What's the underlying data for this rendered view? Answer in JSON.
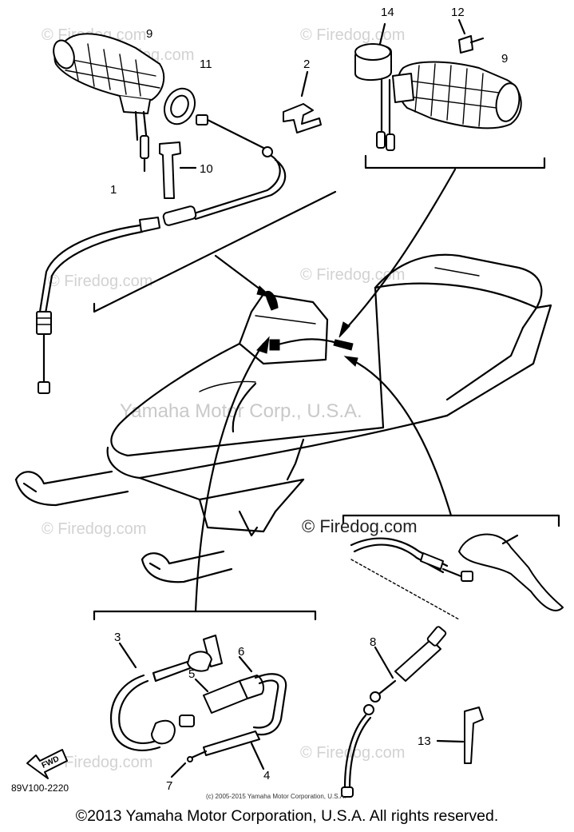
{
  "diagram": {
    "callouts": {
      "c1": "1",
      "c2": "2",
      "c3": "3",
      "c4": "4",
      "c5": "5",
      "c6": "6",
      "c7": "7",
      "c8": "8",
      "c9a": "9",
      "c9b": "9",
      "c10": "10",
      "c11": "11",
      "c12": "12",
      "c13": "13",
      "c14": "14"
    },
    "direction_label": "FWD",
    "drawing_code": "89V100-2220",
    "watermark_center": "Yamaha Motor Corp., U.S.A.",
    "watermark_site": "© Firedog.com",
    "watermark_site_dark": "© Firedog.com",
    "copyright_small": "(c) 2005-2015 Yamaha Motor Corporation, U.S.A."
  },
  "footer": {
    "copyright": "©2013 Yamaha Motor Corporation, U.S.A. All rights reserved."
  }
}
